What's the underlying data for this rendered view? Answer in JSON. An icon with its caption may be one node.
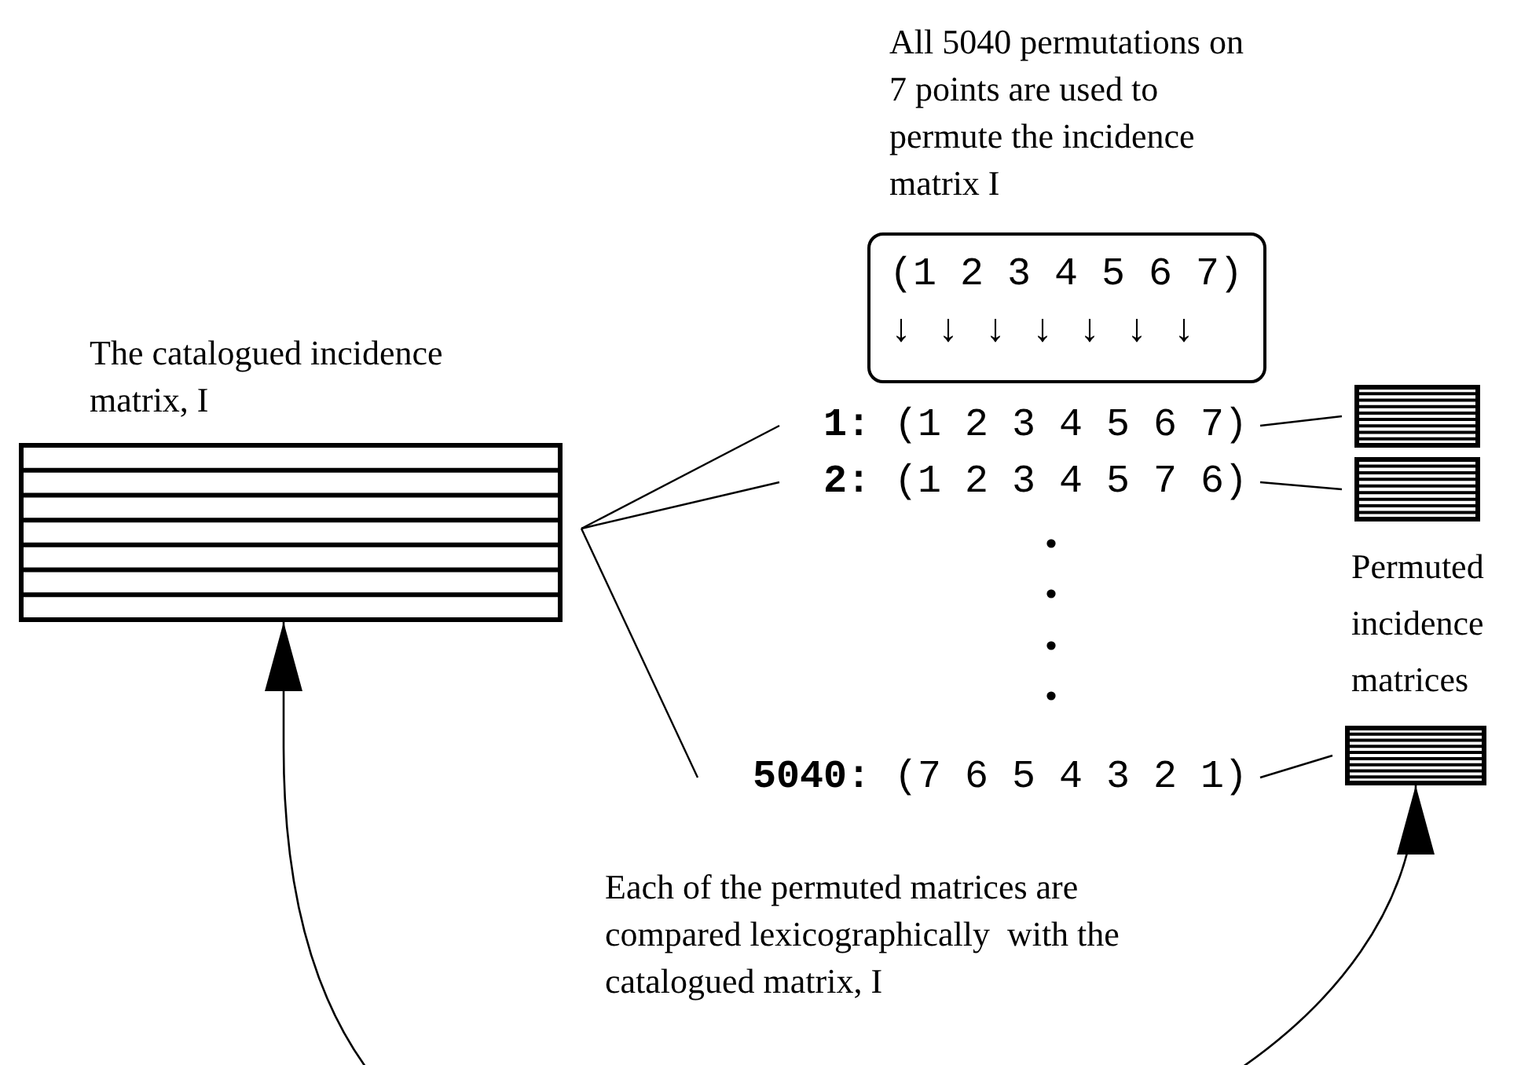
{
  "diagram": {
    "nodes": [
      {
        "text": [
          "The catalogued incidence matrix, I"
        ]
      },
      {
        "text": [
          "All 5040 permutations on 7 points are used to permute the incidence matrix I",
          "(1 2 3 4 5 6 7)",
          "↓ ↓ ↓ ↓ ↓ ↓ ↓"
        ]
      },
      {
        "text": [
          "**1:** (1 2 3 4 5 6 7)"
        ]
      },
      {
        "text": [
          "**2:** (1 2 3 4 5 7 6)"
        ]
      },
      {
        "text": [
          "**5040:** (7 6 5 4 3 2 1)"
        ]
      },
      {
        "text": [],
        "shape": "box"
      },
      {
        "text": [],
        "shape": "box"
      },
      {
        "text": [],
        "shape": "box"
      }
    ],
    "edges": [
      {
        "from": 0,
        "to": 2,
        "arrow": "none"
      },
      {
        "from": 0,
        "to": 3,
        "arrow": "none"
      },
      {
        "from": 0,
        "to": 4,
        "arrow": "none"
      },
      {
        "from": 2,
        "to": 5,
        "arrow": "none"
      },
      {
        "from": 3,
        "to": 6,
        "arrow": "none"
      },
      {
        "from": 4,
        "to": 7,
        "arrow": "none"
      },
      {
        "from": 0,
        "to": 7,
        "arrow": "both",
        "label": "Each of the permuted matrices are compared lexicographically  with the catalogued matrix, I"
      }
    ],
    "labels": [
      "Permuted incidence matrices"
    ]
  }
}
